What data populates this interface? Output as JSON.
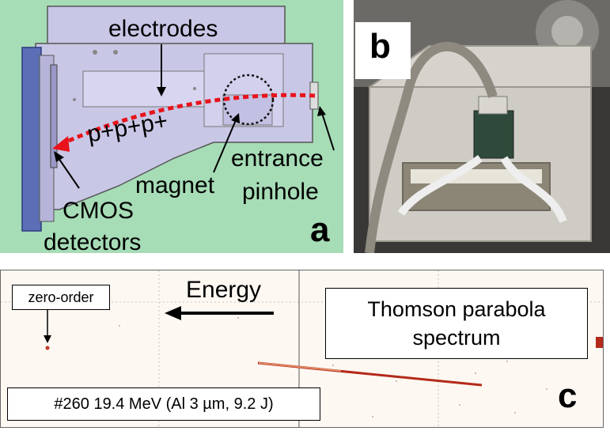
{
  "panel_a": {
    "label": "a",
    "electrodes": "electrodes",
    "protons": "p+p+p+",
    "magnet": "magnet",
    "entrance_line1": "entrance",
    "entrance_line2": "pinhole",
    "cmos_line1": "CMOS",
    "cmos_line2": "detectors"
  },
  "panel_b": {
    "label": "b"
  },
  "panel_c": {
    "label": "c",
    "energy": "Energy",
    "zero_order": "zero-order",
    "spectrum_line1": "Thomson parabola",
    "spectrum_line2": "spectrum",
    "shot_info": "#260 19.4 MeV (Al 3 µm, 9.2 J)"
  },
  "colors": {
    "panel_a_bg": "#a6dcb6",
    "trajectory": "#e8131b",
    "trace": "#b42a1a"
  }
}
